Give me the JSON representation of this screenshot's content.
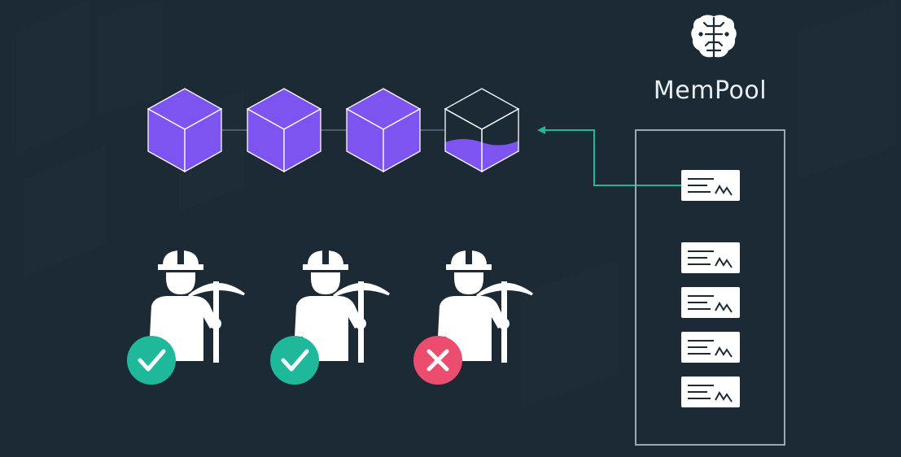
{
  "mempool": {
    "label": "MemPool",
    "icon": "brain-icon",
    "pending_transactions": 5
  },
  "blockchain": {
    "filled_blocks": 3,
    "blocks": [
      {
        "state": "complete"
      },
      {
        "state": "complete"
      },
      {
        "state": "complete"
      },
      {
        "state": "filling"
      }
    ]
  },
  "miners": [
    {
      "icon": "miner-icon",
      "status": "success",
      "status_icon": "checkmark-icon"
    },
    {
      "icon": "miner-icon",
      "status": "success",
      "status_icon": "checkmark-icon"
    },
    {
      "icon": "miner-icon",
      "status": "failed",
      "status_icon": "x-icon"
    }
  ],
  "colors": {
    "background": "#1c2a35",
    "block": "#7d54f0",
    "connector": "#1fb89a",
    "success": "#1fb89a",
    "failure": "#ec4c6e",
    "mempool_border": "#9aa8b4",
    "document": "#ffffff"
  }
}
